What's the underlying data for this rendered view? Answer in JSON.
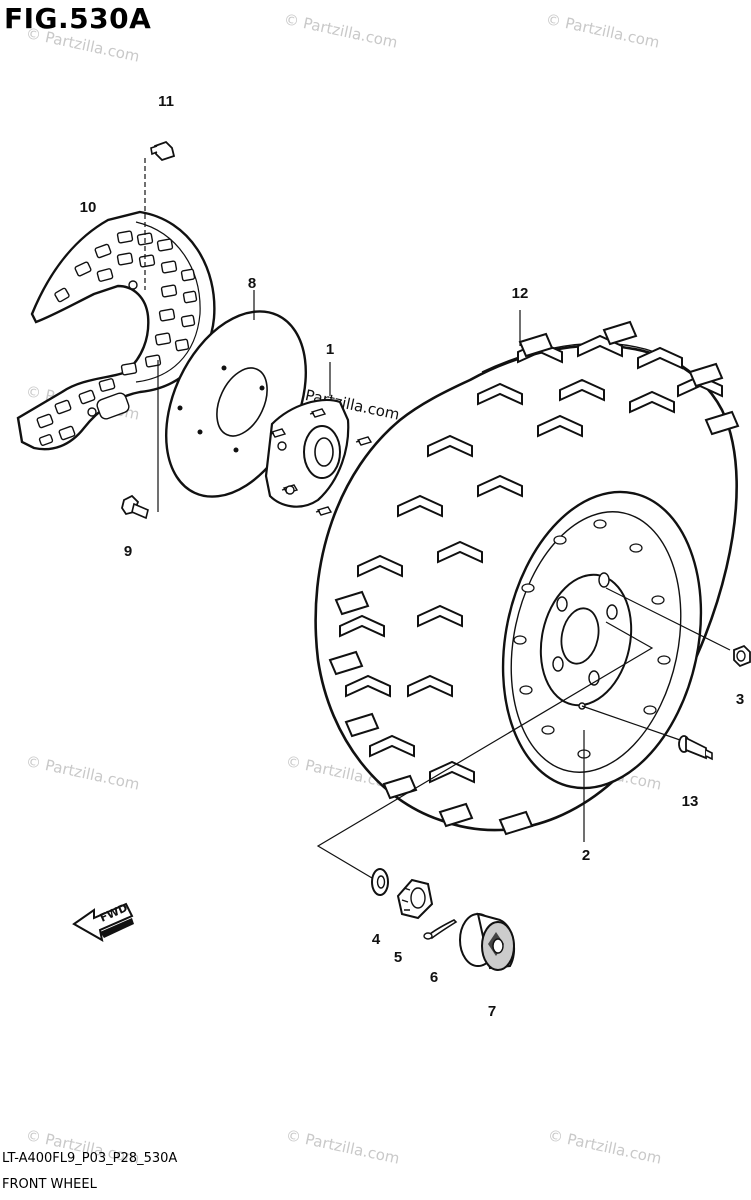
{
  "figure": {
    "title": "FIG.530A",
    "code": "LT-A400FL9_P03_P28_530A",
    "name": "FRONT WHEEL"
  },
  "watermark": "© Partzilla.com",
  "fwd_label": "FWD",
  "callouts": [
    "1",
    "2",
    "3",
    "4",
    "5",
    "6",
    "7",
    "8",
    "9",
    "10",
    "11",
    "12",
    "13"
  ]
}
